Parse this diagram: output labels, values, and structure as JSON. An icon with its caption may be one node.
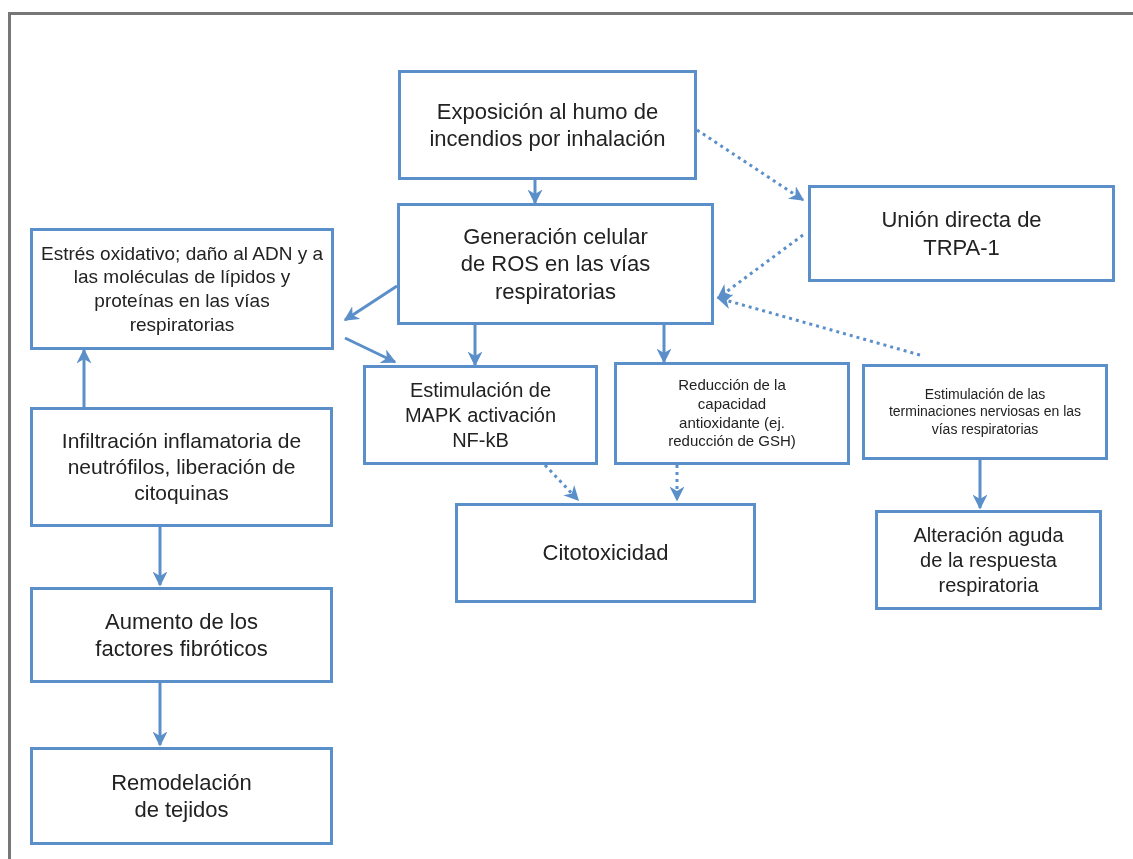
{
  "diagram": {
    "nodes": [
      {
        "text": [
          "Exposición al humo de incendios por inhalación"
        ]
      },
      {
        "text": [
          "Unión directa de TRPA-1"
        ]
      },
      {
        "text": [
          "Estrés oxidativo; daño al ADN y a las moléculas de lípidos y proteínas en las vías respiratorias"
        ]
      },
      {
        "text": [
          "Generación celular de ROS en las vías respiratorias"
        ]
      },
      {
        "text": [
          "Estimulación de MAPK  activación NF-kB"
        ]
      },
      {
        "text": [
          "Reducción de la capacidad antioxidante (ej. reducción de GSH)"
        ]
      },
      {
        "text": [
          "Estimulación de las terminaciones nerviosas en las vías respiratorias"
        ]
      },
      {
        "text": [
          "Infiltración inflamatoria de neutrófilos, liberación de citoquinas"
        ]
      },
      {
        "text": [
          "Citotoxicidad"
        ]
      },
      {
        "text": [
          "Alteración aguda de la respuesta respiratoria"
        ]
      },
      {
        "text": [
          "Aumento de los factores fibróticos"
        ]
      },
      {
        "text": [
          "Remodelación de tejidos"
        ]
      }
    ],
    "edges": [
      {
        "from": 0,
        "to": 3,
        "arrow": "to"
      },
      {
        "from": 0,
        "to": 1,
        "arrow": "to",
        "style": "dashed"
      },
      {
        "from": 1,
        "to": 3,
        "arrow": "to",
        "style": "dashed"
      },
      {
        "from": 6,
        "to": 3,
        "arrow": "to",
        "style": "dashed"
      },
      {
        "from": 3,
        "to": 2,
        "arrow": "to"
      },
      {
        "from": 2,
        "to": 4,
        "arrow": "to"
      },
      {
        "from": 3,
        "to": 4,
        "arrow": "to"
      },
      {
        "from": 3,
        "to": 5,
        "arrow": "to"
      },
      {
        "from": 4,
        "to": 8,
        "arrow": "to",
        "style": "dashed"
      },
      {
        "from": 5,
        "to": 8,
        "arrow": "to",
        "style": "dashed"
      },
      {
        "from": 6,
        "to": 9,
        "arrow": "to"
      },
      {
        "from": 7,
        "to": 2,
        "arrow": "to"
      },
      {
        "from": 7,
        "to": 10,
        "arrow": "to"
      },
      {
        "from": 10,
        "to": 11,
        "arrow": "to"
      }
    ]
  }
}
